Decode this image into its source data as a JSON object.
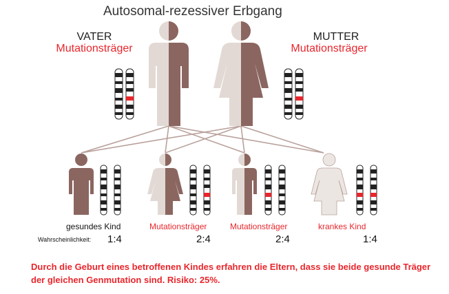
{
  "title": "Autosomal-rezessiver Erbgang",
  "parents": [
    {
      "role": "VATER",
      "status": "Mutationsträger"
    },
    {
      "role": "MUTTER",
      "status": "Mutationsträger"
    }
  ],
  "children": [
    {
      "label": "gesundes Kind",
      "ratio": "1:4",
      "label_color": "#111111"
    },
    {
      "label": "Mutationsträger",
      "ratio": "2:4",
      "label_color": "#e8262c"
    },
    {
      "label": "Mutationsträger",
      "ratio": "2:4",
      "label_color": "#e8262c"
    },
    {
      "label": "krankes Kind",
      "ratio": "1:4",
      "label_color": "#e8262c"
    }
  ],
  "probability_label": "Wahrscheinlichkeit:",
  "summary": "Durch die Geburt eines betroffenen Kindes erfahren die Eltern, dass sie beide gesunde Träger der gleichen Genmutation sind. Risiko: 25%.",
  "colors": {
    "dark_figure": "#8b6660",
    "light_figure": "#e2d9d5",
    "mutation_band": "#e8262c",
    "accent_red": "#e8262c"
  }
}
